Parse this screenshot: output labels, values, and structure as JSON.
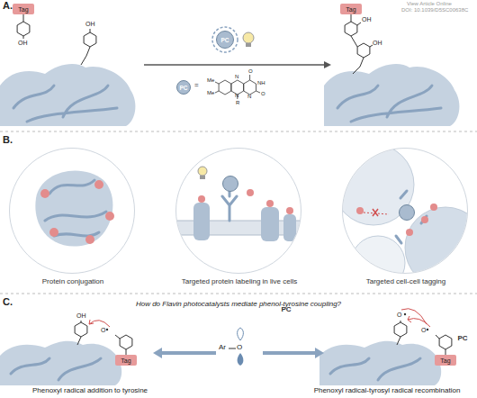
{
  "diagram": {
    "nodes": [
      {
        "text": [
          "Tag"
        ]
      },
      {
        "text": [
          "PC"
        ]
      },
      {
        "text": [
          "PC"
        ]
      },
      {
        "text": [
          "Tag"
        ]
      },
      {
        "text": [
          "Protein conjugation"
        ]
      },
      {
        "text": [
          "Targeted protein labeling in live cells"
        ]
      },
      {
        "text": [
          "PC"
        ],
        "in": 5
      },
      {
        "text": [
          "Targeted cell-cell tagging"
        ]
      },
      {
        "text": [
          "PC"
        ],
        "in": 7
      },
      {
        "text": [
          "Tag"
        ]
      },
      {
        "text": [
          "Tag"
        ]
      }
    ],
    "labels": [
      "A.",
      "View Article Online",
      "DOI: 10.1039/D5SC00638C",
      "OH",
      "OH",
      "=",
      "Me",
      "Me",
      "N",
      "N",
      "R",
      "N",
      "O",
      "NH",
      "O",
      "OH",
      "OH",
      "B.",
      "C.",
      "How do Flavin photocatalysts mediate phenol-tyrosine coupling?",
      "OH",
      "O",
      "Ar",
      "O",
      "O",
      "O",
      "Phenoxyl radical addition to tyrosine",
      "Phenoxyl radical-tyrosyl radical recombination"
    ]
  }
}
